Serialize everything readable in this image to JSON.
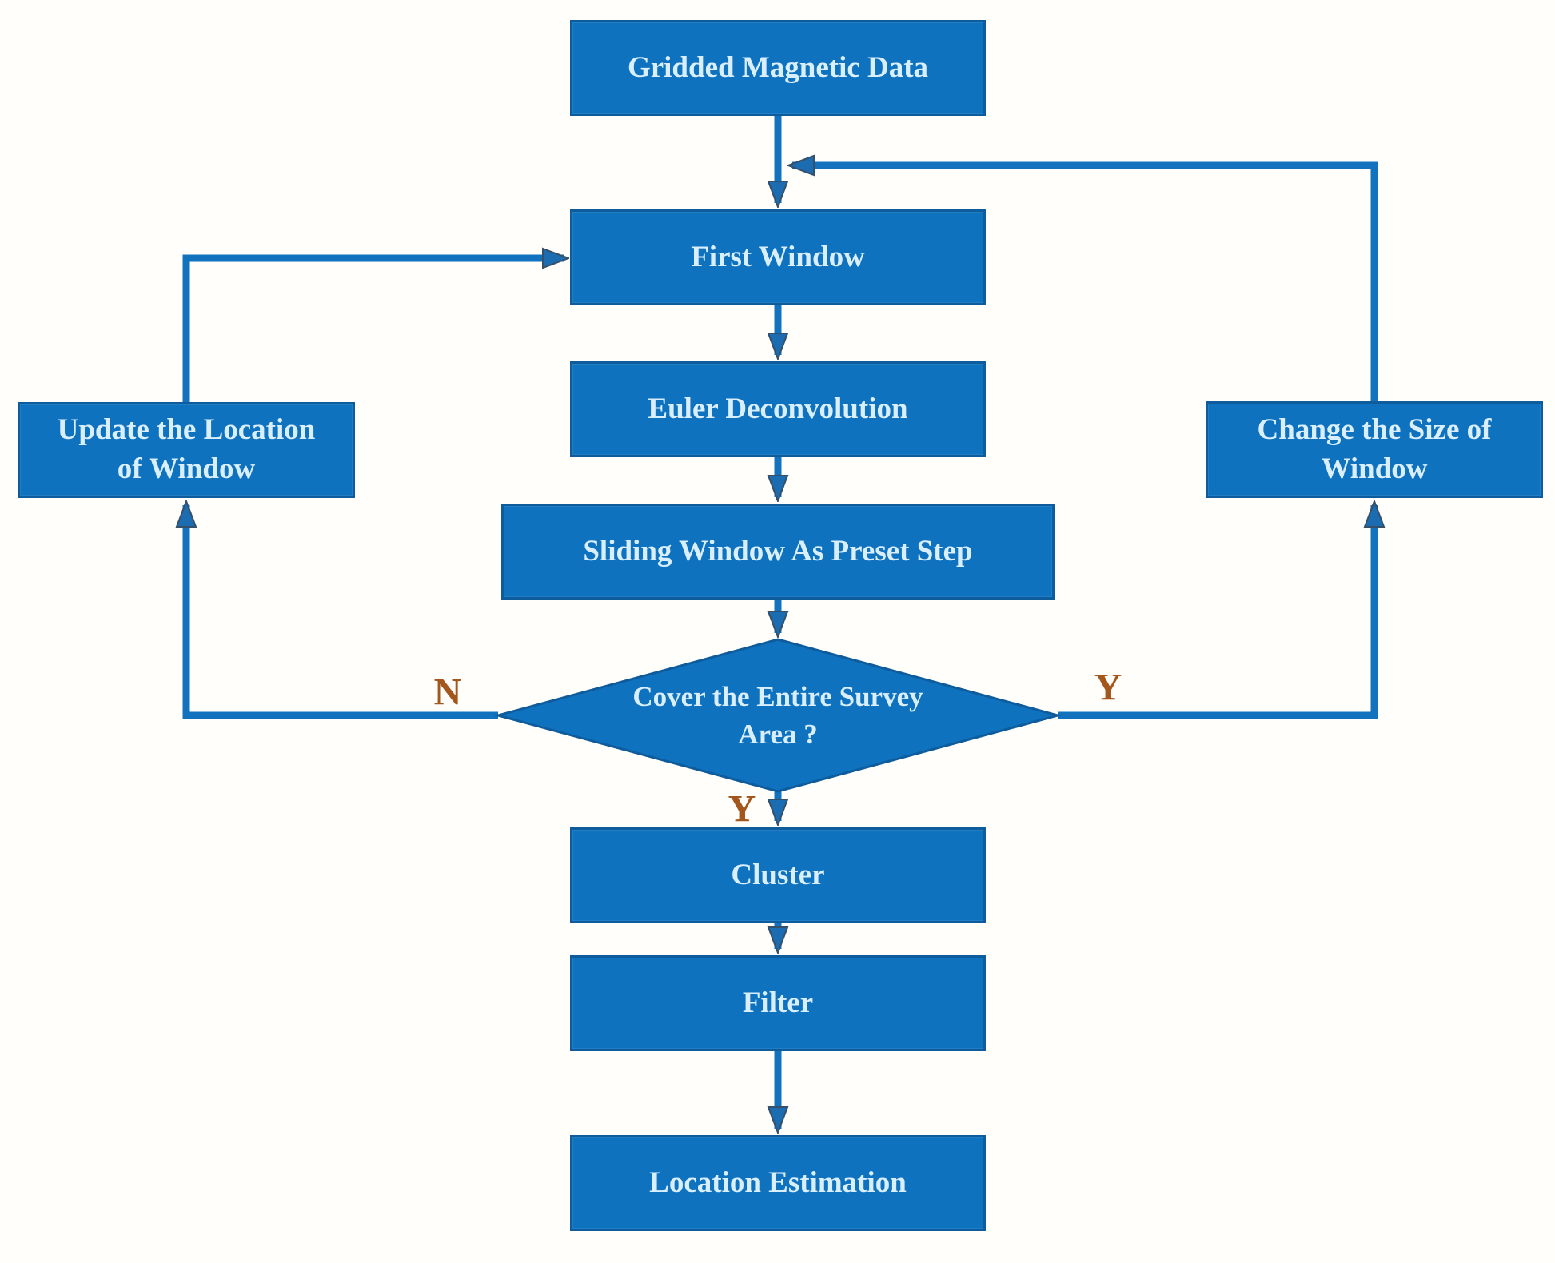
{
  "flowchart": {
    "nodes": {
      "gridded": {
        "label": "Gridded Magnetic Data"
      },
      "first_window": {
        "label": "First Window"
      },
      "euler": {
        "label": "Euler Deconvolution"
      },
      "sliding": {
        "label": "Sliding Window As Preset Step"
      },
      "decision": {
        "line1": "Cover the",
        "line2": "Entire Survey",
        "line3": "Area ?"
      },
      "update": {
        "line1": "Update the Location",
        "line2": "of Window"
      },
      "change": {
        "line1": "Change the Size of",
        "line2": "Window"
      },
      "cluster": {
        "label": "Cluster"
      },
      "filter": {
        "label": "Filter"
      },
      "location": {
        "label": "Location Estimation"
      }
    },
    "branch_labels": {
      "no_left": "N",
      "yes_right": "Y",
      "yes_down": "Y"
    },
    "colors": {
      "node_fill": "#0f72bf",
      "node_border": "#0e5c9c",
      "node_text": "#d9effd",
      "connector": "#1272be",
      "arrowhead_edge": "#35506b",
      "branch_label": "#a4571d",
      "background": "#fffefa"
    }
  }
}
